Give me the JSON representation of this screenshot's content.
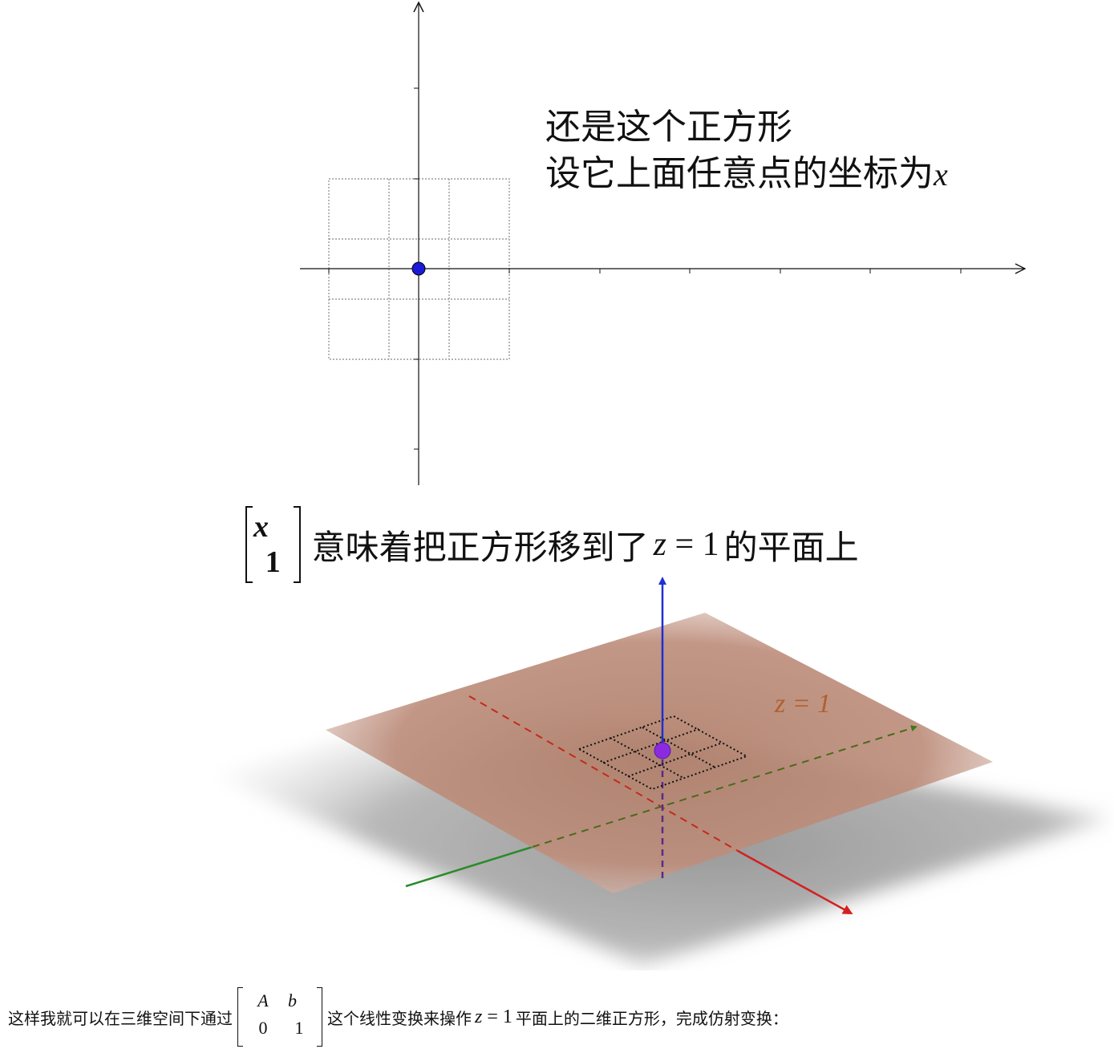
{
  "figure1": {
    "line1": "还是这个正方形",
    "line2_text": "设它上面任意点的坐标为",
    "line2_math": "x⃗"
  },
  "figure2": {
    "matrix_top": "x⃗",
    "matrix_bottom": "1",
    "text_before": "意味着把正方形移到了",
    "math_z": "z",
    "math_eq": "= 1",
    "text_after": "的平面上",
    "plane_label": "z = 1"
  },
  "caption": {
    "text_before": "这样我就可以在三维空间下通过",
    "matrix": [
      "A",
      "b⃗",
      "0",
      "1"
    ],
    "text_middle": "这个线性变换来操作",
    "math_z": "z",
    "math_eq": "= 1",
    "text_after": "平面上的二维正方形，完成仿射变换："
  },
  "colors": {
    "dot_2d": "#1a1ad8",
    "dot_3d": "#8a2be2",
    "z_axis": "#1f2fd0",
    "x_axis": "#d42020",
    "y_axis": "#2a8a2a",
    "plane": "#a0604a",
    "plane_label": "#b06030"
  }
}
